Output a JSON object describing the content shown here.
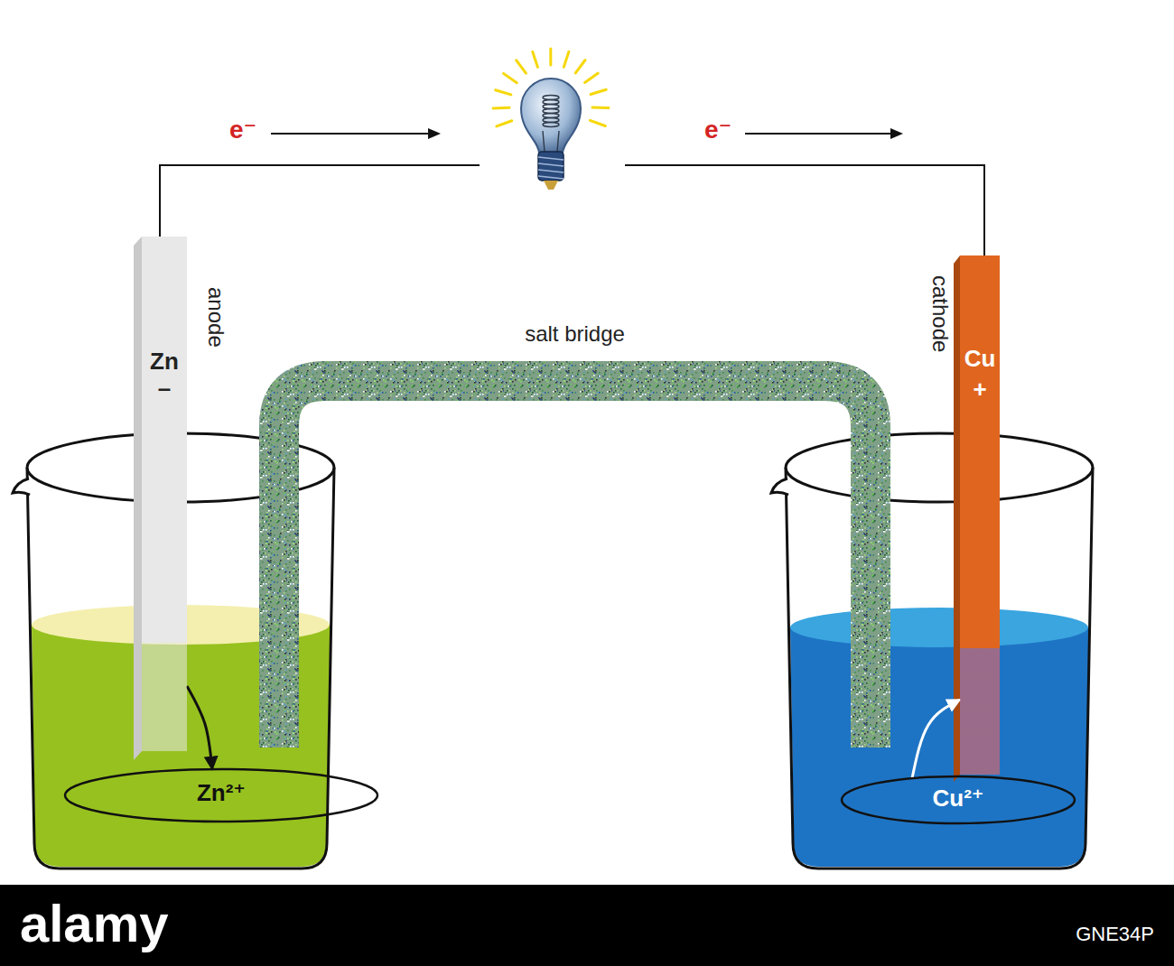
{
  "diagram": {
    "nodes": [
      {
        "text": [
          "Zn",
          "–",
          "anode"
        ]
      },
      {
        "text": [
          "cathode",
          "Cu",
          "+"
        ]
      },
      {
        "text": [
          "salt bridge"
        ]
      },
      {
        "text": [
          "Zn²⁺"
        ]
      },
      {
        "text": [
          "Cu²⁺"
        ]
      }
    ],
    "edges": [
      {
        "from": 0,
        "to": 1,
        "arrow": "none"
      },
      {
        "from": 0,
        "to": 3,
        "arrow": "to"
      },
      {
        "from": 4,
        "to": 1,
        "arrow": "to"
      }
    ],
    "labels": [
      "e⁻",
      "e⁻",
      "alamy",
      "GNE34P"
    ]
  }
}
